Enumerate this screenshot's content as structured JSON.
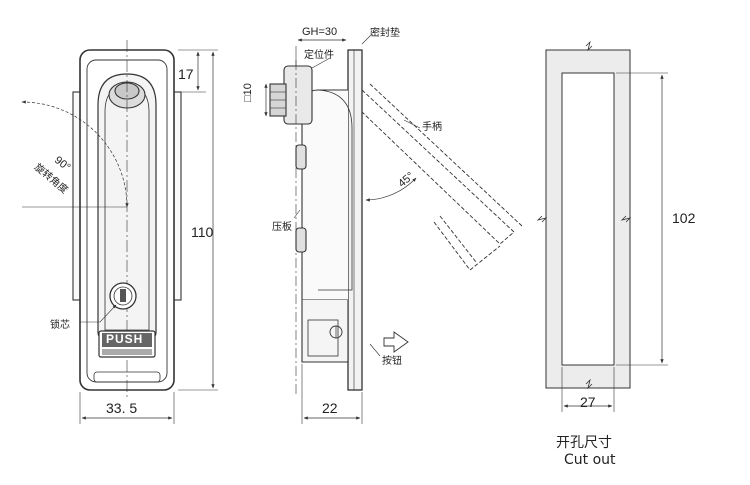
{
  "front_view": {
    "dim_width": "33. 5",
    "dim_height": "110",
    "dim_top": "17",
    "angle": "90°",
    "label_rotation_angle": "旋转角度",
    "label_lock_core": "锁芯",
    "push_text": "PUSH"
  },
  "side_view": {
    "dim_gh": "GH=30",
    "dim_square": "□10",
    "dim_width": "22",
    "angle": "45°",
    "label_seal": "密封垫",
    "label_positioner": "定位件",
    "label_handle": "手柄",
    "label_plate": "压板",
    "label_button": "按钮"
  },
  "cutout": {
    "dim_height": "102",
    "dim_width": "27",
    "title_cn": "开孔尺寸",
    "title_en": "Cut out"
  },
  "colors": {
    "line": "#333333",
    "cutout_fill": "#ececec"
  }
}
